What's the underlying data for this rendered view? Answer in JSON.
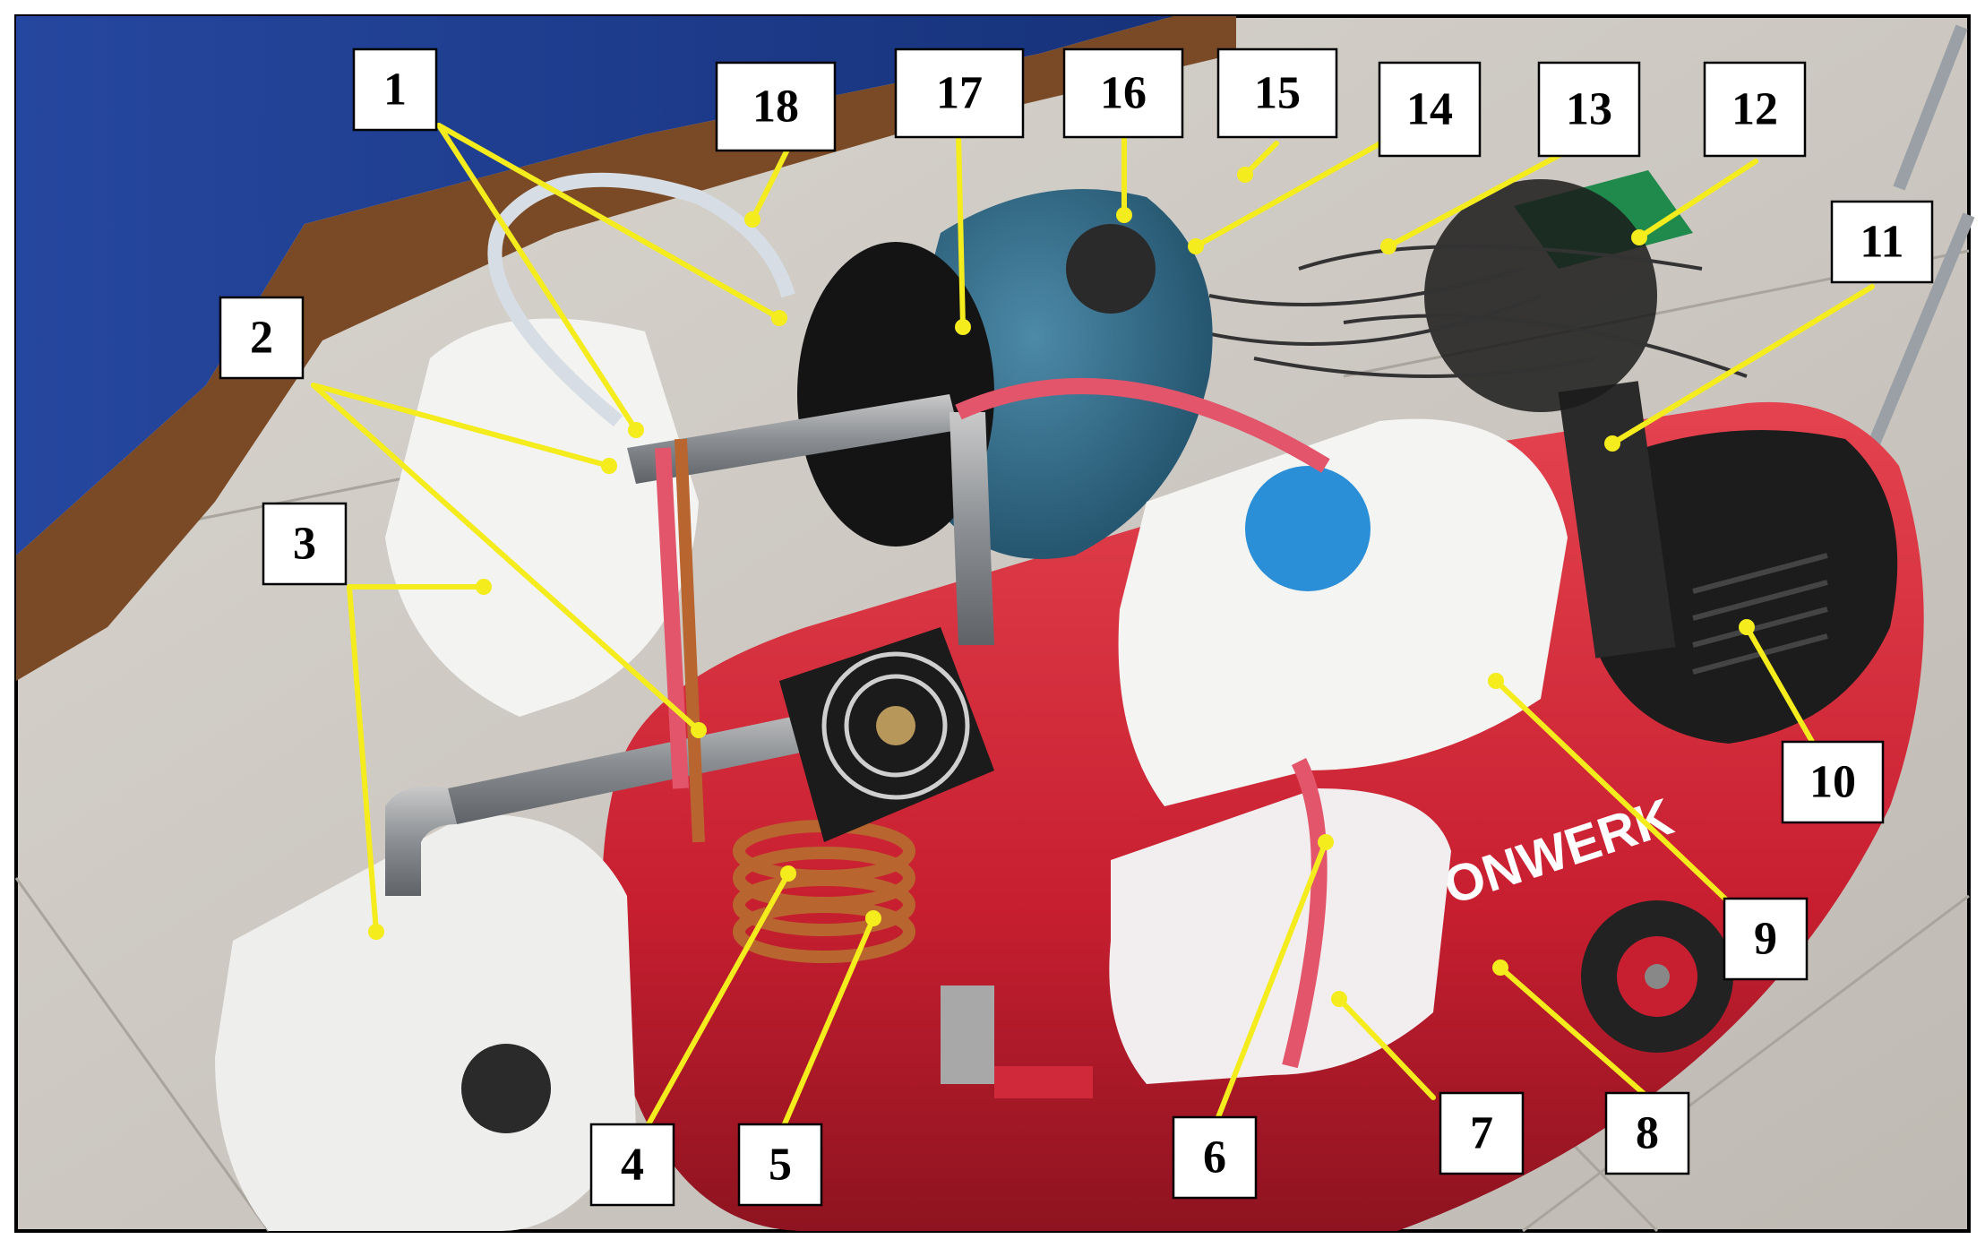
{
  "callouts": [
    {
      "id": "1",
      "label": "1"
    },
    {
      "id": "2",
      "label": "2"
    },
    {
      "id": "3",
      "label": "3"
    },
    {
      "id": "4",
      "label": "4"
    },
    {
      "id": "5",
      "label": "5"
    },
    {
      "id": "6",
      "label": "6"
    },
    {
      "id": "7",
      "label": "7"
    },
    {
      "id": "8",
      "label": "8"
    },
    {
      "id": "9",
      "label": "9"
    },
    {
      "id": "10",
      "label": "10"
    },
    {
      "id": "11",
      "label": "11"
    },
    {
      "id": "12",
      "label": "12"
    },
    {
      "id": "13",
      "label": "13"
    },
    {
      "id": "14",
      "label": "14"
    },
    {
      "id": "15",
      "label": "15"
    },
    {
      "id": "16",
      "label": "16"
    },
    {
      "id": "17",
      "label": "17"
    },
    {
      "id": "18",
      "label": "18"
    }
  ],
  "tank_brand": "ONWERK",
  "colors": {
    "leader": "#f4ec1c",
    "tank_red": "#d8283a",
    "cabinet_blue": "#1f3f9a",
    "compressor_blue": "#2f6d8c"
  }
}
